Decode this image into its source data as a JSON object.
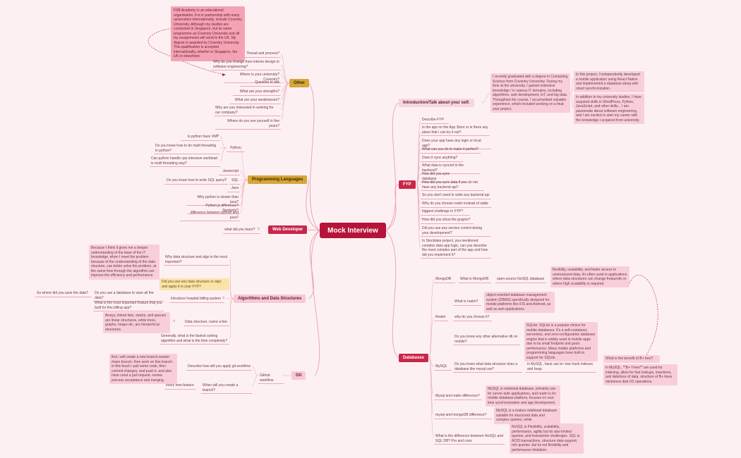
{
  "central": "Mock Interview",
  "branches": {
    "other": "Other",
    "programming": "Programming Languages",
    "webdev": "Web Developer",
    "algo": "Algorithms and Data Structures",
    "git": "Git",
    "intro": "Introduction/Talk about your self.",
    "fyp": "FYP",
    "databases": "Databases"
  },
  "other": {
    "note": "FSB Academy is an educational organisation. It is in partnership with many universities internationally, include Coventry University. Although my studies are conducted in Singapore, but its same programme as Coventry University and all my assignments will send to the UK. My degree is awarded by Coventry University. This qualification is accepted internationally, whether in Singapore, the UK or elsewhere.",
    "items": [
      "Thread and process?",
      "Why do you change from interior design to software engineering?",
      "Where is your university? Coventry?",
      "Question to ask",
      "What are your strengths?",
      "What are your weaknesses?",
      "Why are you interested in working for our company?",
      "Where do you see yourself in five years?"
    ]
  },
  "programming": {
    "python": "Python",
    "python_items": [
      "Is python have VM?",
      "Do you know how to do multi threading in python?",
      "Can python handle cpu intensive workload is multi threading way?"
    ],
    "javascript": "Javascript",
    "sql": "SQL",
    "sql_item": "Do you know how to write SQL query?",
    "java": "Java",
    "other_items": [
      "Why python is slower than java?",
      "Python js difference? Similarity?",
      "difference between python and java?"
    ]
  },
  "webdev": {
    "item": "what did you learn?"
  },
  "algo": {
    "why_ds": "Why data structure and algo is the most important?",
    "why_ds_answer": "Because I think it gives me a deeper understanding of the base of the IT knowledge, when I meet the problem because of the understanding of the data structure, can better solve the problem, at the same time through the algorithm can improve the efficiency and performance.",
    "used_ds": "Did you use any data structure or algo and apply it in your FYP?",
    "hospital": "Introduce hospital billing system",
    "save_q": "Do you use a database to save all the data?",
    "save_q2": "So where did you save the data?",
    "important": "What is the most important feature that you built for this billing app?",
    "ds_name": "Data structure, name a few",
    "ds_answer": "Arrays, linked lists, stacks, and queues are linear structures, while trees, graphs, heaps etc. are hierarchical structures.",
    "fastest": "Generally, what is the fastest sorting algorithm and what is the time complexity?"
  },
  "git": {
    "workflow": "Github workflow",
    "describe": "Describe how will you apply git workflow",
    "describe_answer": "first i will create a new branch,master /main branch. then work on this branch . in this brach i pull some code, then commit changes, and push it. and also have creat a pull request. review process acceptance and merging.",
    "when": "When will you create a branch?",
    "when_answer": "every new feature"
  },
  "intro": {
    "main": "I recently graduated with a degree in Computing Science from Coventry University. During my time at the university, I gained extensive knowledge / in various IT domains, including algorithms, web development, IoT, and big data. Throughout the course, I accumulated valuable experience, which included working on a final-year project.",
    "project": "In this project, I independently developed a mobile application using React Native and implemented a database along with cloud synchronization.",
    "studies": "In addition to my university studies, I have acquired skills in WordPress, Python, JavaScript, and other skills... I am passionate about software engineering, and I am excited to start my career with the knowledge I acquired from university."
  },
  "fyp": {
    "items": [
      "Describe FYP",
      "Is the app on the App Store or is there any place that i can try it out?",
      "Does your app have any login or local app?",
      "What can you do to make it perfect?",
      "Does it sync anything?",
      "What data is synced to the backend?",
      "How did you sync database",
      "How did you sync data if you do not have any backend api?",
      "So you don't need to write any backend api",
      "Why do you choose realm instead of sqlite",
      "biggest challenge in FYP?",
      "How did you show the graphs?",
      "Did you use any version control during your development?",
      "In Stocktake project, you mentioned complex data app logic, can you describe the most complex part of the app and how did you implement it?"
    ]
  },
  "databases": {
    "mongodb": "MongoDB",
    "what_mongo": "What is MongoDB",
    "open_source": "open-source NoSQL database",
    "mongo_answer": "flexibility, scalability, and faster access to unstructured data, it's often used in applications where data structures can change frequently or where high scalability is required.",
    "realm": "Realm",
    "what_realm": "What is realm?",
    "realm_answer": "object-oriented database management system (DBMS) specifically designed for mobile platforms like iOS and Android, as well as web applications.",
    "why_choose": "why do you choose it?",
    "alt_db": "Do you know any other alternative db on mobile?",
    "sqlite_answer": "SQLite: SQLite is a popular choice for mobile databases. It's a self-contained, serverless, and zero-configuration database engine that is widely used in mobile apps due to its small footprint and good performance. Many mobile platforms and programming languages have built-in support for SQLite.",
    "mysql": "MySQL",
    "mysql_ds": "Do you know what data structure does a database like mysql use?",
    "mysql_ds_answer": "in MySQL, have use b+ tree hash indexes and heap",
    "bplus_q": "What is the benefit of B+ tree?",
    "bplus_answer": "in MySQL, **B+ Trees** are used for indexing, allow for fast lookups, insertions, and deletions of data. structure of B+ trees minimizes disk I/O operations.",
    "mysql_realm": "Mysql and realm difference?",
    "mysql_realm_answer": "MySQL is relational database, primarily use for server-side applications, and realm is for mobile database platform, focuses on real-time synchronization and app development.",
    "mysql_mongo": "mysql and mongoDB difference?",
    "mysql_mongo_answer": "MySQL is a mature relational database suitable for structured data and complex queries, while",
    "nosql_sql": "What is the difference between NoSQL and SQL DB? Pro and cons",
    "nosql_sql_answer": "NoSQL is Flexibility, scalability, performance, agility but its also limited queries, and transaction challenges. SQL is ACID transactions, structure data support, rich queries. but its not flexibility and performance limitation."
  },
  "colors": {
    "background": "#fdf0f3",
    "central": "#b5143a",
    "branch_red": "#c8274a",
    "branch_gold": "#d6a637",
    "link": "#e8a0b2"
  }
}
